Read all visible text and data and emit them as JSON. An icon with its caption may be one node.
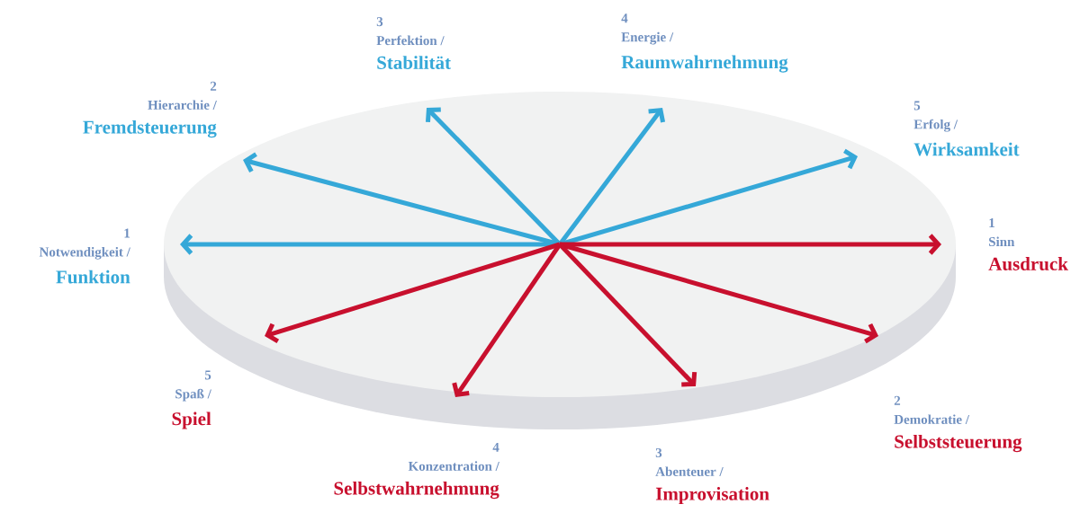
{
  "diagram": {
    "nodes": [
      {
        "text": [
          "3",
          "Perfektion /",
          "Stabilität"
        ]
      },
      {
        "text": [
          "4",
          "Energie /",
          "Raumwahrnehmung"
        ]
      },
      {
        "text": [
          "2",
          "Hierarchie /",
          "Fremdsteuerung"
        ]
      },
      {
        "text": [
          "5",
          "Erfolg /",
          "Wirksamkeit"
        ]
      },
      {
        "text": [
          "1",
          "Notwendigkeit /",
          "Funktion"
        ]
      },
      {
        "text": [
          "1",
          "Sinn",
          "Ausdruck"
        ]
      },
      {
        "text": [
          "5",
          "Spaß /",
          "Spiel"
        ]
      },
      {
        "text": [
          "2",
          "Demokratie /",
          "Selbststeuerung"
        ]
      },
      {
        "text": [
          "4",
          "Konzentration /",
          "Selbstwahrnehmung"
        ]
      },
      {
        "text": [
          "3",
          "Abenteuer /",
          "Improvisation"
        ]
      }
    ],
    "edges": [
      {
        "from": null,
        "to": 4,
        "arrow": "to",
        "color": "#35a8d8"
      },
      {
        "from": null,
        "to": 2,
        "arrow": "to",
        "color": "#35a8d8"
      },
      {
        "from": null,
        "to": 0,
        "arrow": "to",
        "color": "#35a8d8"
      },
      {
        "from": null,
        "to": 1,
        "arrow": "to",
        "color": "#35a8d8"
      },
      {
        "from": null,
        "to": 3,
        "arrow": "to",
        "color": "#35a8d8"
      },
      {
        "from": null,
        "to": 5,
        "arrow": "to",
        "color": "#c8102e"
      },
      {
        "from": null,
        "to": 7,
        "arrow": "to",
        "color": "#c8102e"
      },
      {
        "from": null,
        "to": 9,
        "arrow": "to",
        "color": "#c8102e"
      },
      {
        "from": null,
        "to": 8,
        "arrow": "to",
        "color": "#c8102e"
      },
      {
        "from": null,
        "to": 6,
        "arrow": "to",
        "color": "#c8102e"
      }
    ]
  }
}
